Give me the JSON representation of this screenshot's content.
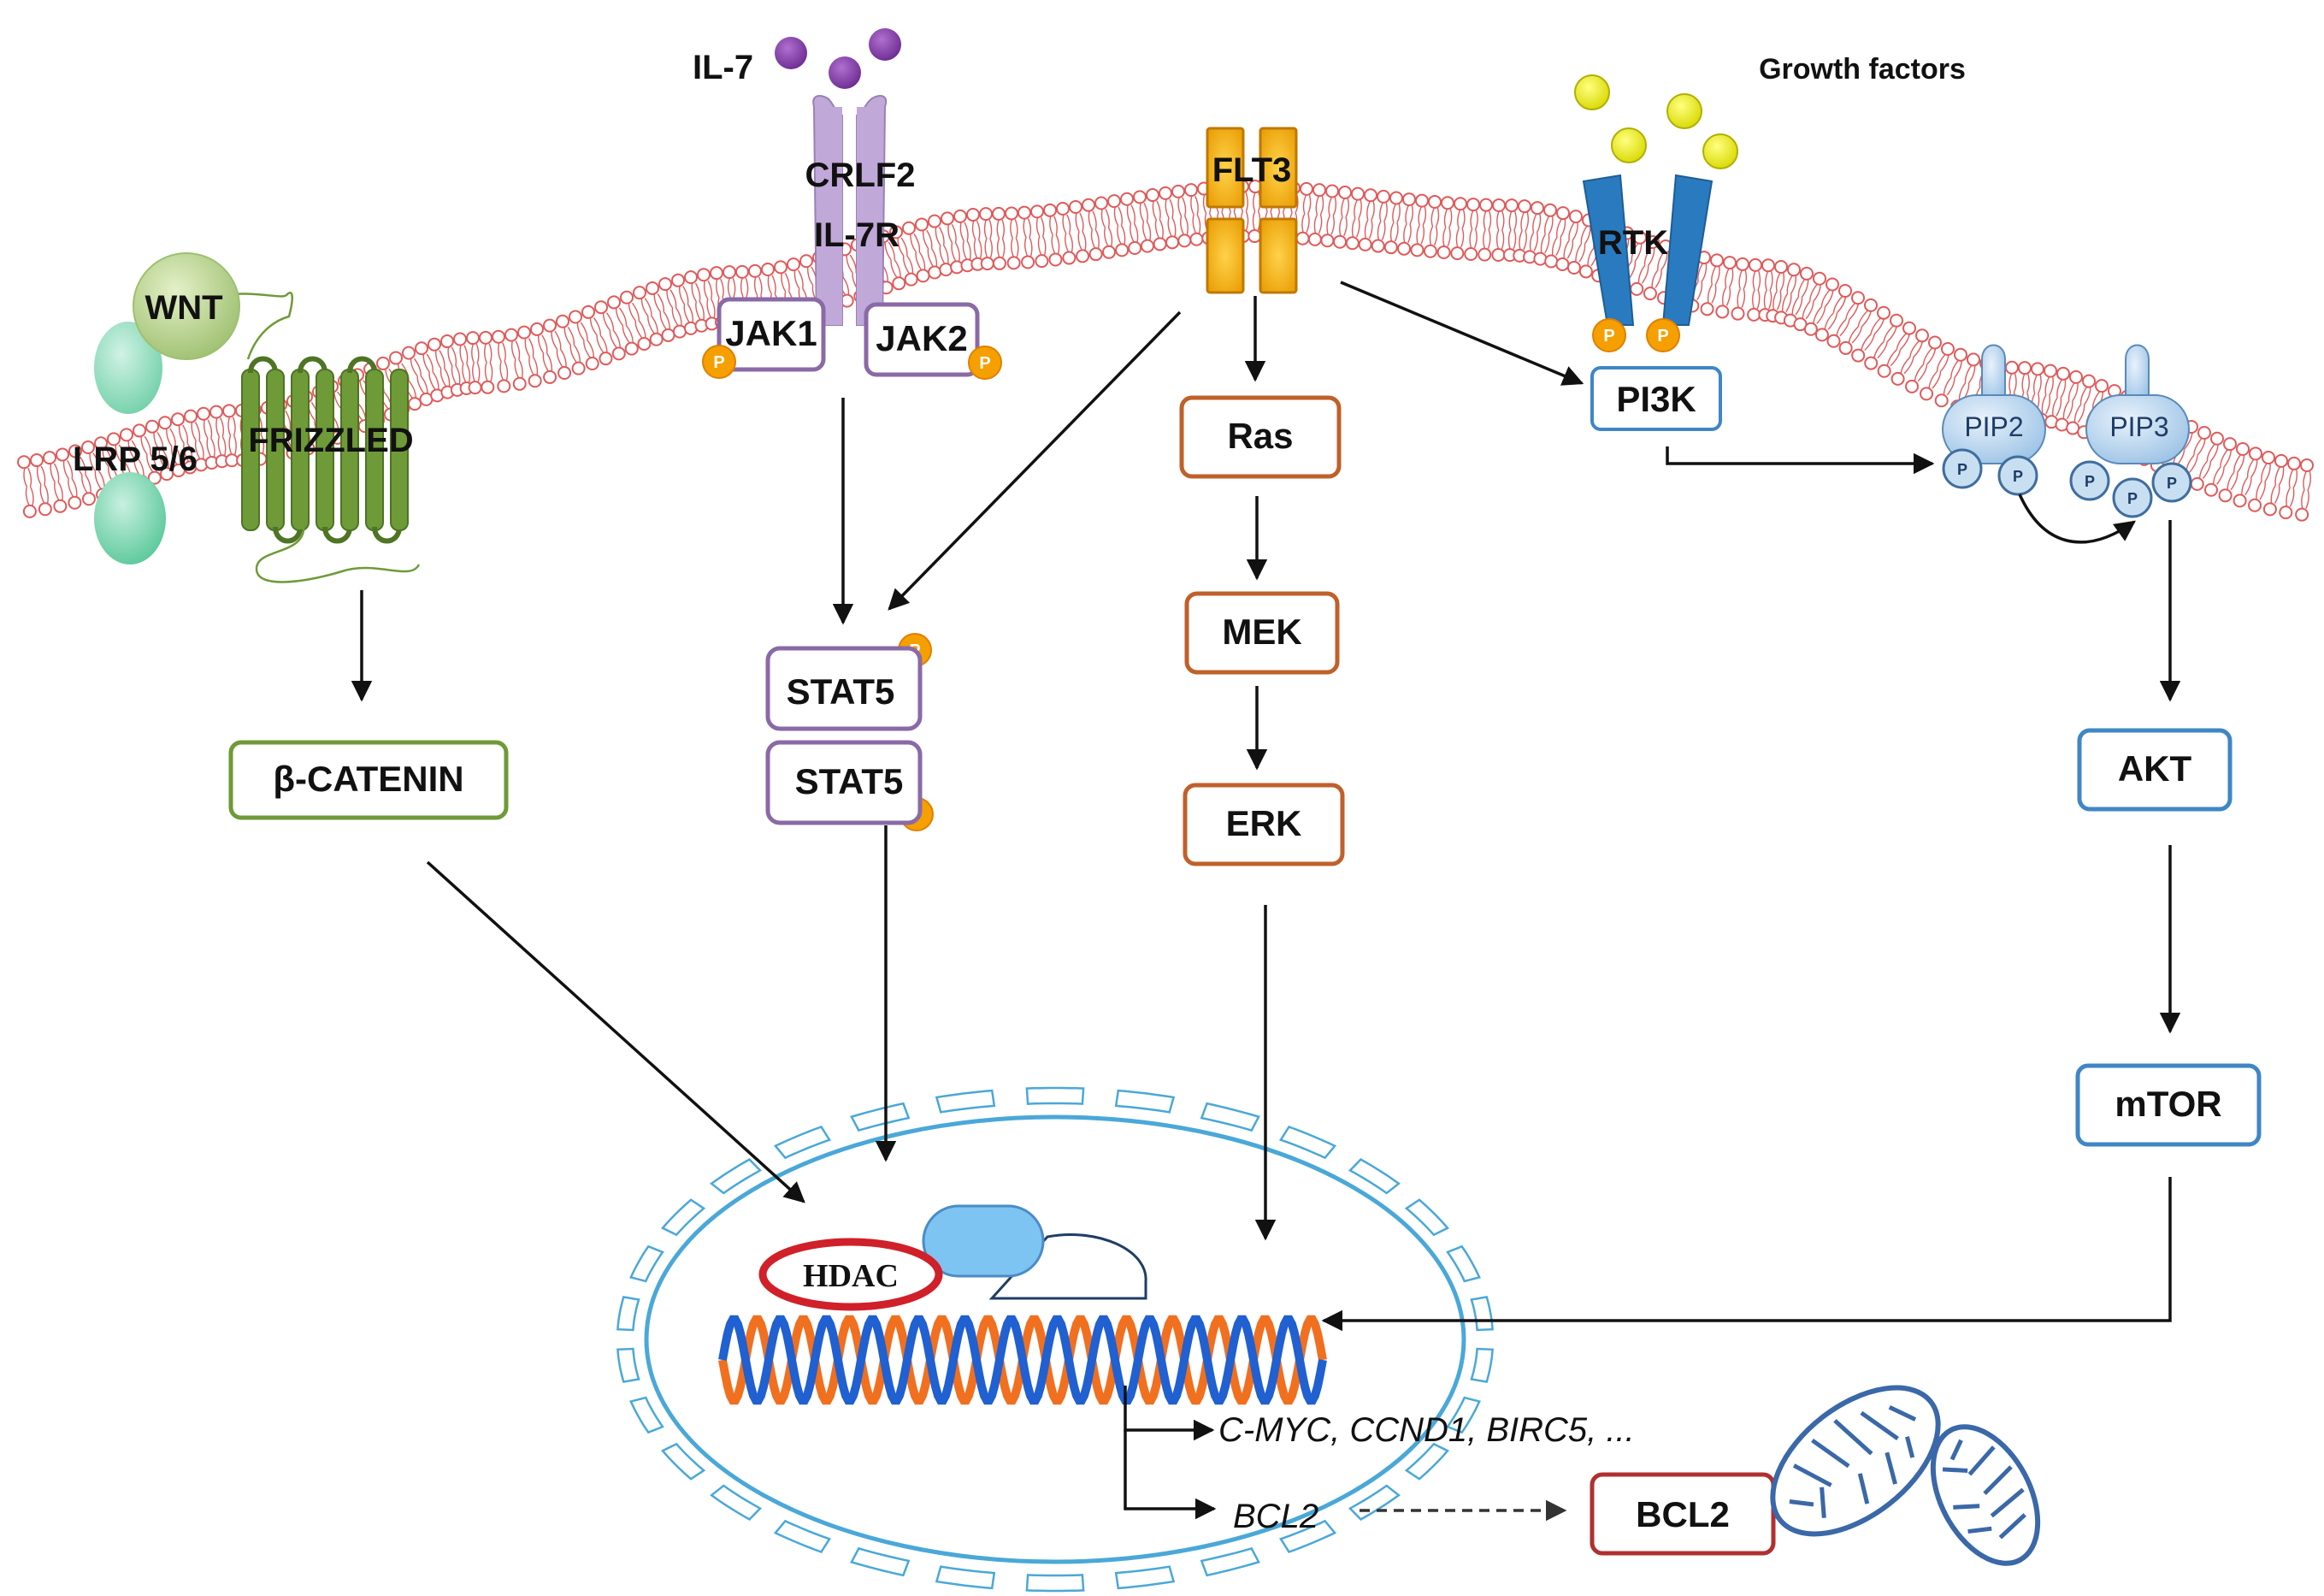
{
  "ligands": {
    "il7": "IL-7",
    "growth_factors": "Growth factors",
    "wnt": "WNT"
  },
  "receptors": {
    "crlf2": "CRLF2",
    "il7r": "IL-7R",
    "flt3": "FLT3",
    "rtk": "RTK",
    "lrp": "LRP 5/6",
    "frizzled": "FRIZZLED"
  },
  "kinases": {
    "jak1": "JAK1",
    "jak2": "JAK2"
  },
  "phospho_label": "P",
  "lipids": {
    "pip2": "PIP2",
    "pip3": "PIP3"
  },
  "nodes": {
    "beta_catenin": "β-CATENIN",
    "stat5_top": "STAT5",
    "stat5_bottom": "STAT5",
    "ras": "Ras",
    "mek": "MEK",
    "erk": "ERK",
    "pi3k": "PI3K",
    "akt": "AKT",
    "mtor": "mTOR",
    "hdac": "HDAC",
    "bcl2_protein": "BCL2"
  },
  "genes": {
    "targets": "C-MYC, CCND1, BIRC5, ...",
    "bcl2": "BCL2"
  },
  "colors": {
    "membrane": "#e05a5a",
    "wnt_green": "#6f9a38",
    "jak_stat_purple": "#8a6aa6",
    "ras_brown": "#c0602a",
    "pi3k_blue": "#3f86c6",
    "bcl2_red": "#b03030",
    "hdac_red": "#d0202a",
    "phospho_orange": "#f5a000",
    "flt3_orange": "#f5b400",
    "growth_yellow": "#e8e800",
    "il7_purple": "#7a3aa0",
    "rtk_blue": "#2a7abf",
    "nucleus_blue": "#4aa8d8",
    "dna_orange": "#f07020",
    "dna_blue": "#2060d0",
    "mito_blue": "#3a68a8"
  }
}
